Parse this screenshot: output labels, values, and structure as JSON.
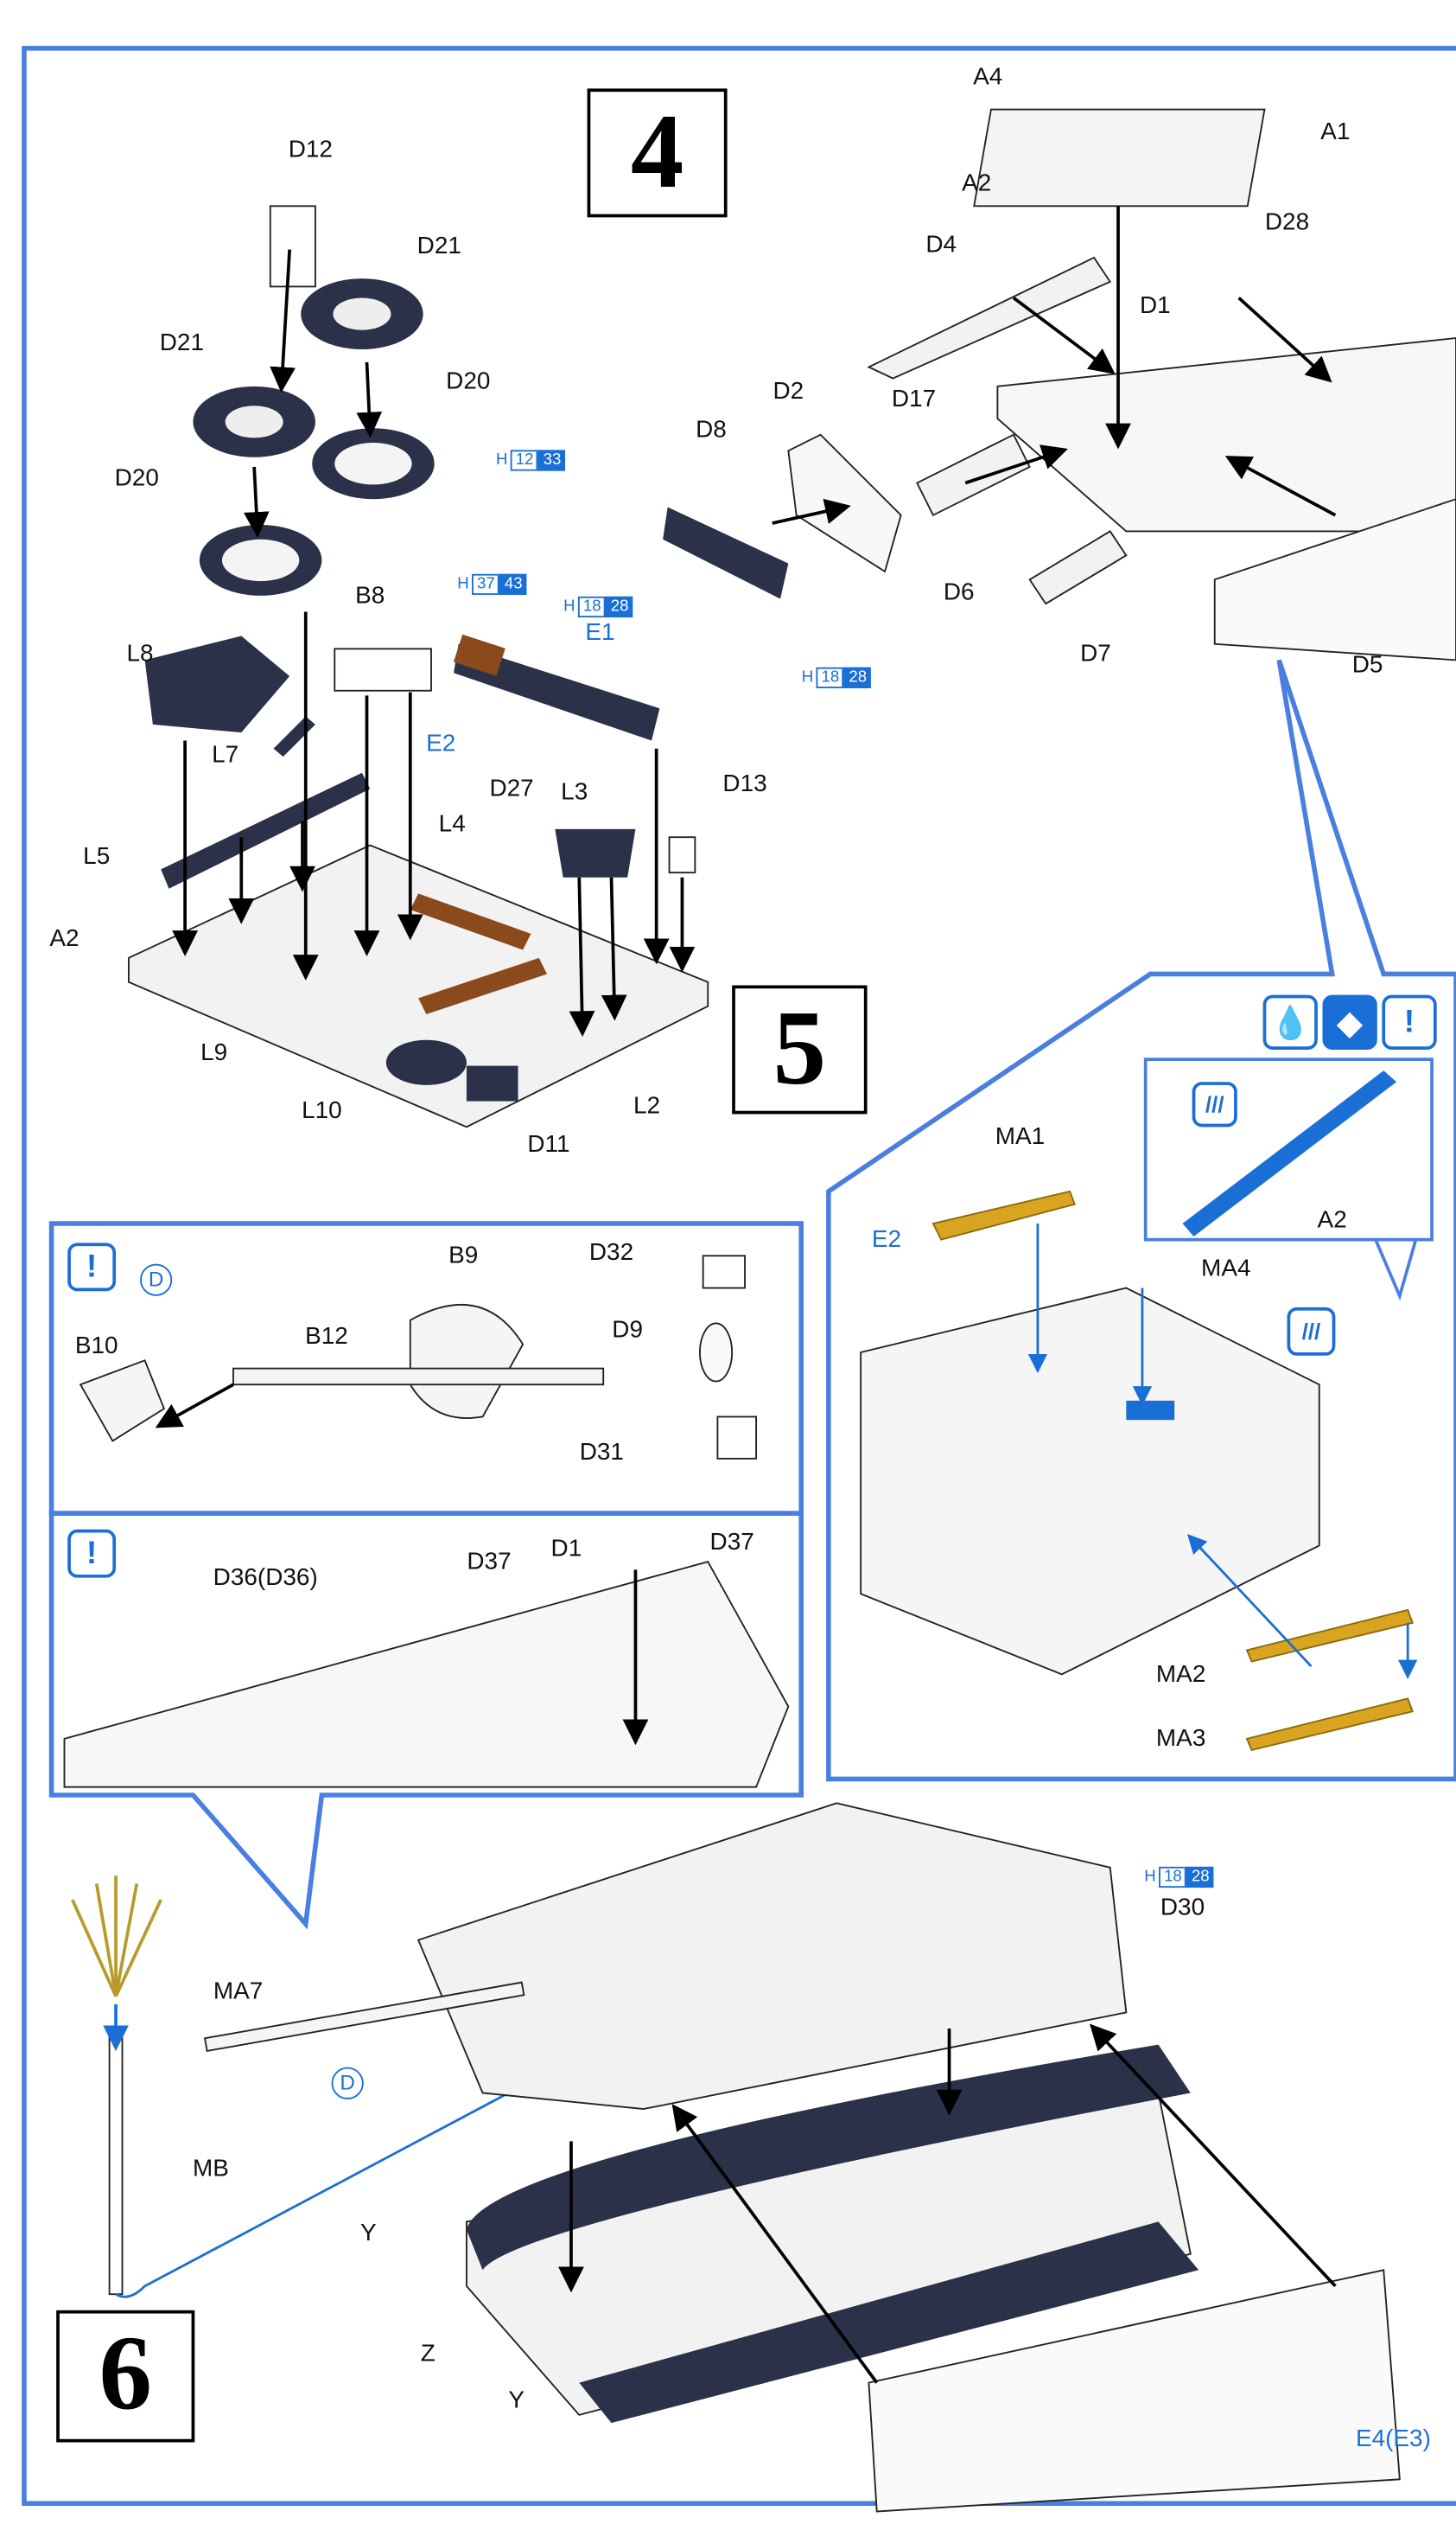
{
  "steps": {
    "s4": "4",
    "s5": "5",
    "s6": "6"
  },
  "paint_codes": {
    "h_prefix": "H",
    "c1": [
      "12",
      "33"
    ],
    "c2": [
      "37",
      "43"
    ],
    "c3": [
      "18",
      "28"
    ],
    "c4": [
      "18",
      "28"
    ],
    "c5": [
      "18",
      "28"
    ]
  },
  "step4_labels": {
    "d12": "D12",
    "d21a": "D21",
    "d21b": "D21",
    "d20a": "D20",
    "d20b": "D20",
    "e1": "E1",
    "b8": "B8",
    "l8": "L8",
    "l7": "L7",
    "e2": "E2",
    "d27": "D27",
    "l3": "L3",
    "d13": "D13",
    "l4": "L4",
    "l5": "L5",
    "a2": "A2",
    "l9": "L9",
    "l10": "L10",
    "d11": "D11",
    "l2": "L2"
  },
  "step5_labels": {
    "a4": "A4",
    "a1": "A1",
    "a2": "A2",
    "d28": "D28",
    "d4": "D4",
    "d1": "D1",
    "d2": "D2",
    "d17": "D17",
    "d8": "D8",
    "d6": "D6",
    "d7": "D7",
    "d5": "D5"
  },
  "detail_right": {
    "ma1": "MA1",
    "e2": "E2",
    "ma4": "MA4",
    "a2": "A2",
    "ma2": "MA2",
    "ma3": "MA3"
  },
  "detail_gun": {
    "b9": "B9",
    "d32": "D32",
    "d9": "D9",
    "b10": "B10",
    "b12": "B12",
    "d31": "D31",
    "decal": "D"
  },
  "detail_hull": {
    "d36": "D36(D36)",
    "d37a": "D37",
    "d1": "D1",
    "d37b": "D37"
  },
  "step6_labels": {
    "ma7": "MA7",
    "mb": "MB",
    "decal": "D",
    "d30": "D30",
    "y1": "Y",
    "z": "Z",
    "y2": "Y",
    "e4": "E4(E3)"
  },
  "colors": {
    "accent": "#1a6fd6",
    "brass": "#d9a520",
    "dark": "#2a3148",
    "rust": "#8a4a1c"
  }
}
